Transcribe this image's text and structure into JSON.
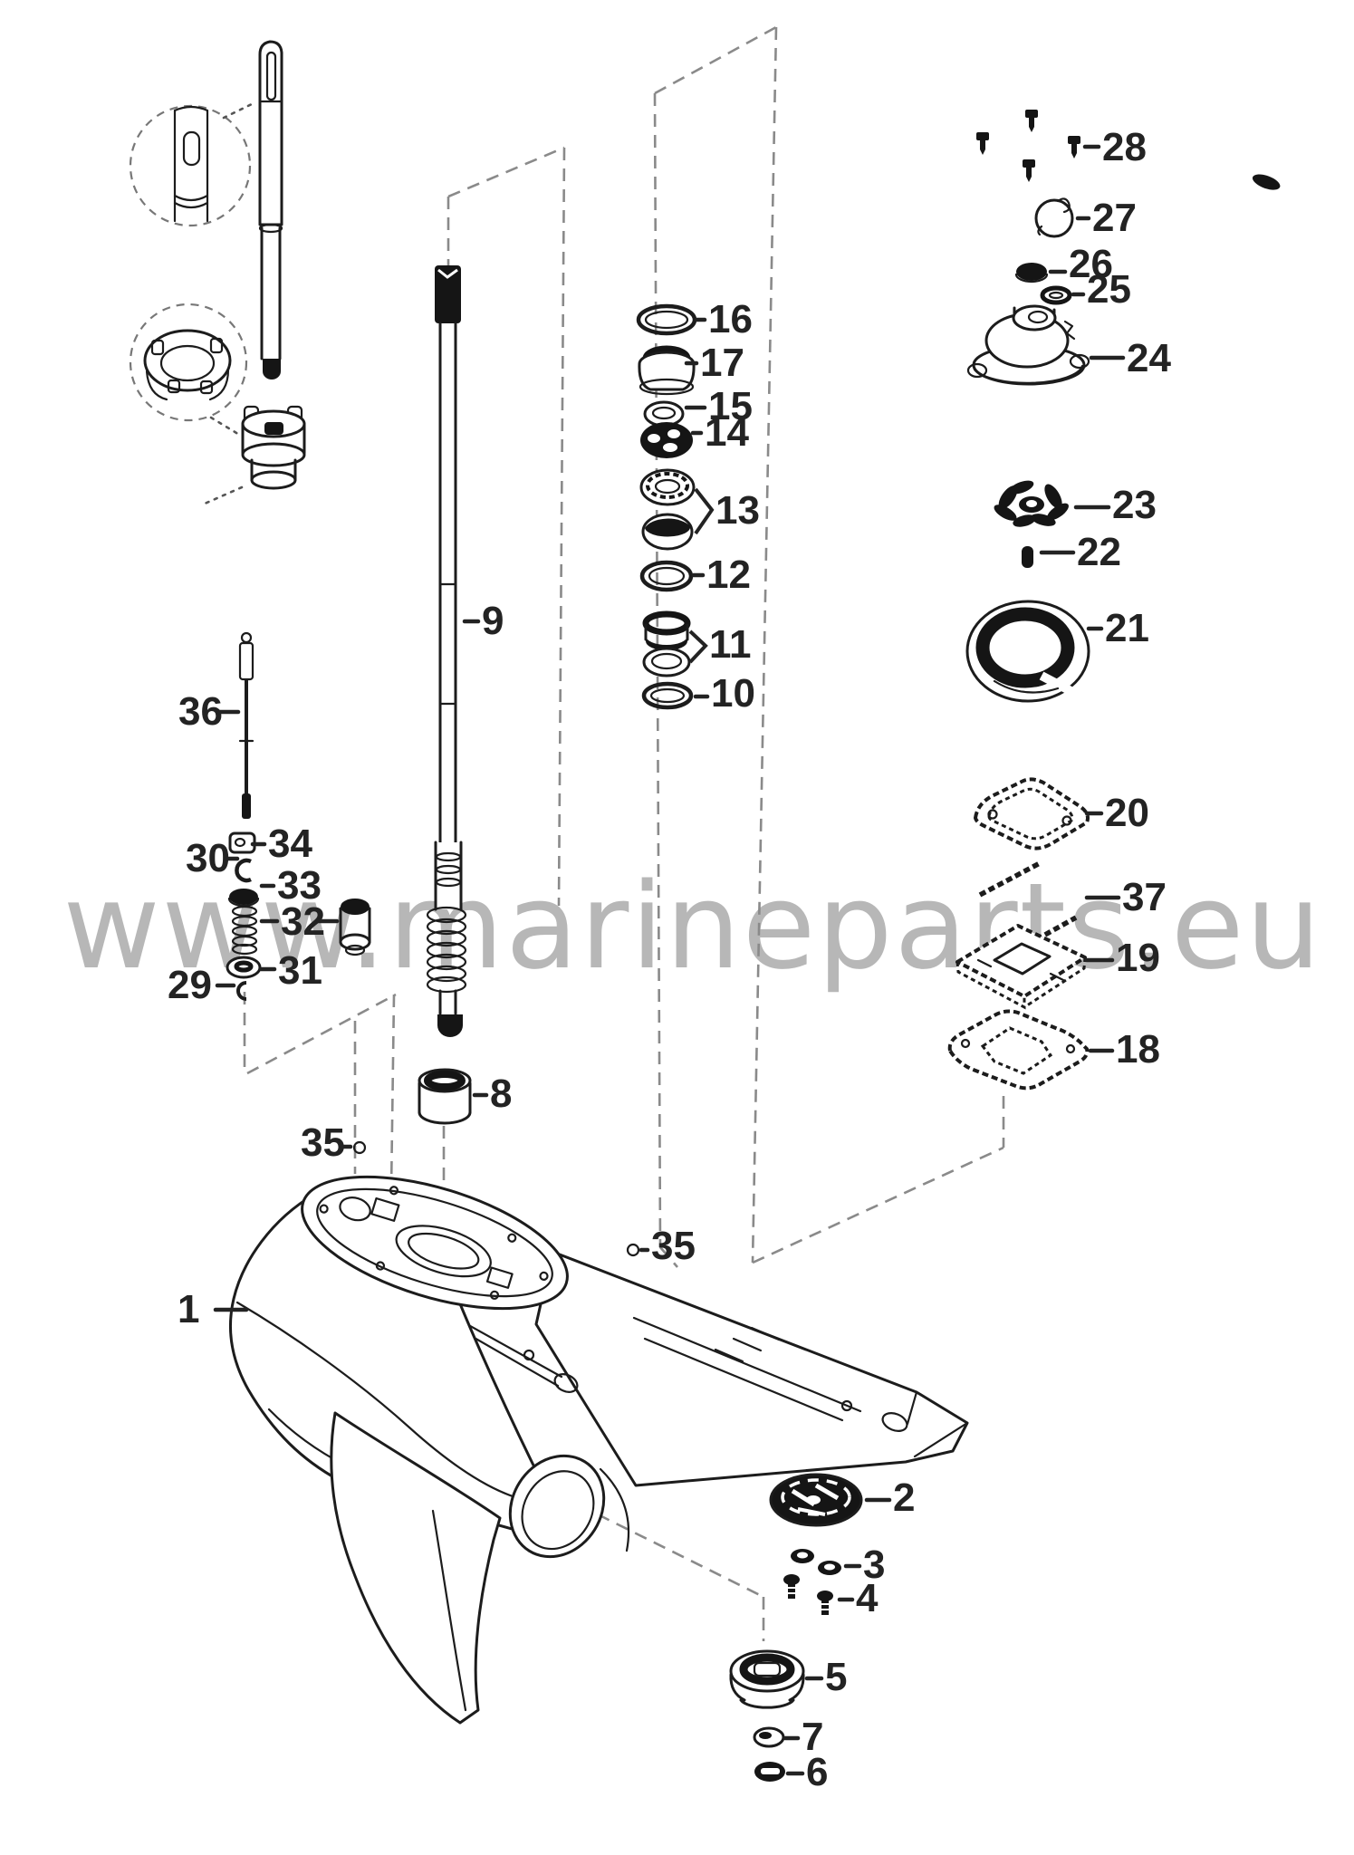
{
  "watermark": {
    "text": "www.marineparts.eu"
  },
  "colors": {
    "ink": "#1c1c1c",
    "label": "#232323",
    "watermark": "#b7b7b7",
    "guide_dash": "#8a8a8a",
    "background": "#ffffff"
  },
  "labels": [
    "1",
    "2",
    "3",
    "4",
    "5",
    "6",
    "7",
    "8",
    "9",
    "10",
    "11",
    "12",
    "13",
    "14",
    "15",
    "16",
    "17",
    "18",
    "19",
    "20",
    "21",
    "22",
    "23",
    "24",
    "25",
    "26",
    "27",
    "28",
    "29",
    "30",
    "31",
    "32",
    "33",
    "34",
    "35",
    "35",
    "36",
    "37"
  ]
}
